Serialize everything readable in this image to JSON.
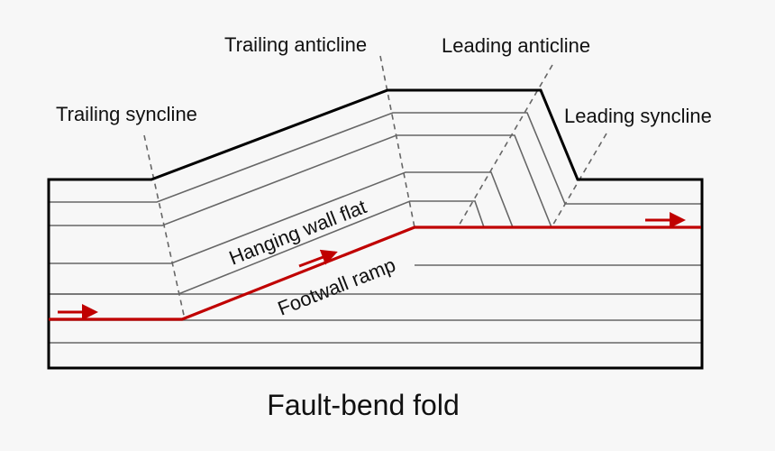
{
  "caption": "Fault-bend fold",
  "labels": {
    "trailing_syncline": "Trailing syncline",
    "trailing_anticline": "Trailing anticline",
    "leading_anticline": "Leading anticline",
    "leading_syncline": "Leading syncline",
    "hanging_wall_flat": "Hanging wall flat",
    "footwall_ramp": "Footwall ramp"
  },
  "colors": {
    "fault": "#c00000",
    "bedding": "#666666",
    "outline": "#000000",
    "axial_trace": "#666666",
    "background": "#f7f7f7"
  }
}
